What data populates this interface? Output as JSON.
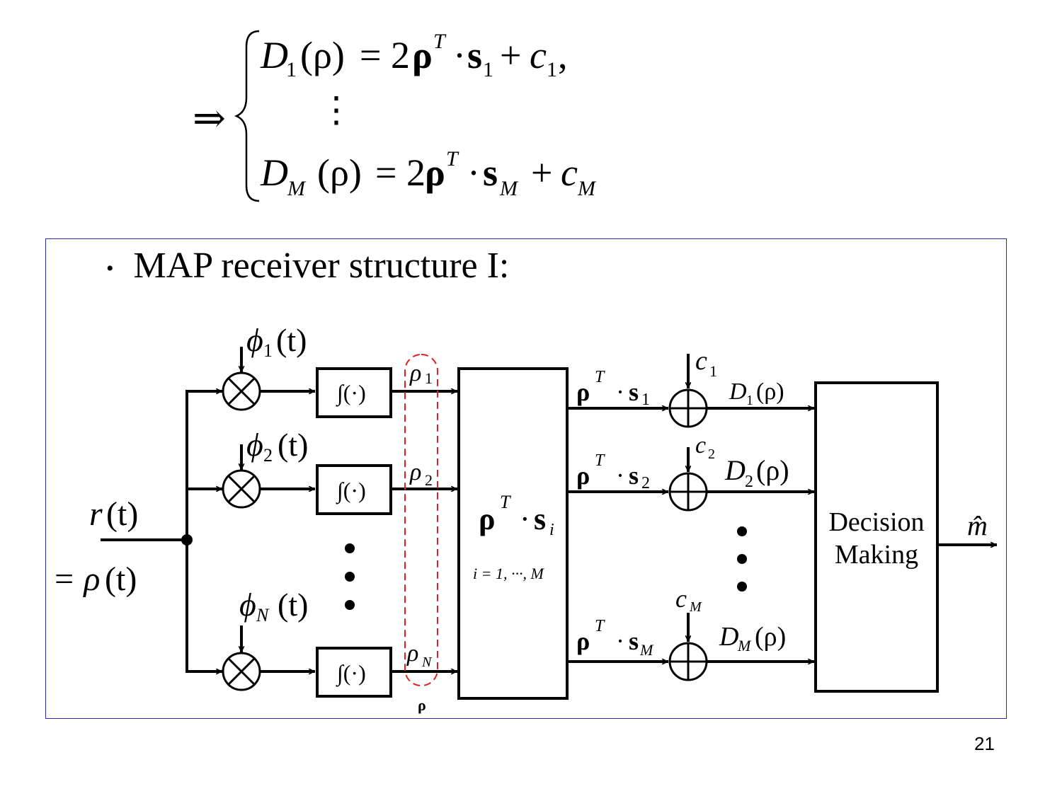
{
  "page_number": "21",
  "bullet": {
    "symbol": "•",
    "text": "MAP receiver structure I:"
  },
  "equation": {
    "implies": "⇒",
    "line1": {
      "lhs": "D",
      "lhs_sub": "1",
      "arg": "(ρ)",
      "eq": "= 2",
      "rho": "ρ",
      "sup": "T",
      "dot": "·",
      "s": "s",
      "s_sub": "1",
      "plus": "+",
      "c": "c",
      "c_sub": "1",
      "tail": ","
    },
    "vdots": "⋮",
    "line2": {
      "lhs": "D",
      "lhs_sub": "M",
      "arg": "(ρ)",
      "eq": "= 2",
      "rho": "ρ",
      "sup": "T",
      "dot": "·",
      "s": "s",
      "s_sub": "M",
      "plus": "+",
      "c": "c",
      "c_sub": "M"
    }
  },
  "diagram": {
    "input": {
      "r": "r",
      "r_arg": "(t)",
      "eq_rho": "= ρ",
      "rho_arg": "(t)"
    },
    "basis": [
      {
        "sym": "ϕ",
        "sub": "1",
        "arg": "(t)"
      },
      {
        "sym": "ϕ",
        "sub": "2",
        "arg": "(t)"
      },
      {
        "sym": "ϕ",
        "sub": "N",
        "arg": "(t)"
      }
    ],
    "integrator_label": "∫(·)",
    "rho_outputs": [
      {
        "sym": "ρ",
        "sub": "1"
      },
      {
        "sym": "ρ",
        "sub": "2"
      },
      {
        "sym": "ρ",
        "sub": "N"
      }
    ],
    "rho_vector_label": "ρ",
    "corr_block": {
      "rho": "ρ",
      "sup": "T",
      "dot": "·",
      "s": "s",
      "sub": "i",
      "range": "i = 1, ···, M"
    },
    "corr_outputs": [
      {
        "rho": "ρ",
        "sup": "T",
        "dot": "·",
        "s": "s",
        "sub": "1"
      },
      {
        "rho": "ρ",
        "sup": "T",
        "dot": "·",
        "s": "s",
        "sub": "2"
      },
      {
        "rho": "ρ",
        "sup": "T",
        "dot": "·",
        "s": "s",
        "sub": "M"
      }
    ],
    "constants": [
      {
        "sym": "c",
        "sub": "1"
      },
      {
        "sym": "c",
        "sub": "2"
      },
      {
        "sym": "c",
        "sub": "M"
      }
    ],
    "d_outputs": [
      {
        "sym": "D",
        "sub": "1",
        "arg": "(ρ)"
      },
      {
        "sym": "D",
        "sub": "2",
        "arg": "(ρ)"
      },
      {
        "sym": "D",
        "sub": "M",
        "arg": "(ρ)"
      }
    ],
    "decision": {
      "line1": "Decision",
      "line2": "Making"
    },
    "output": {
      "sym": "m̂"
    },
    "colors": {
      "line": "#000000",
      "dashed": "#e02020",
      "frame": "#2b2ba8"
    }
  }
}
